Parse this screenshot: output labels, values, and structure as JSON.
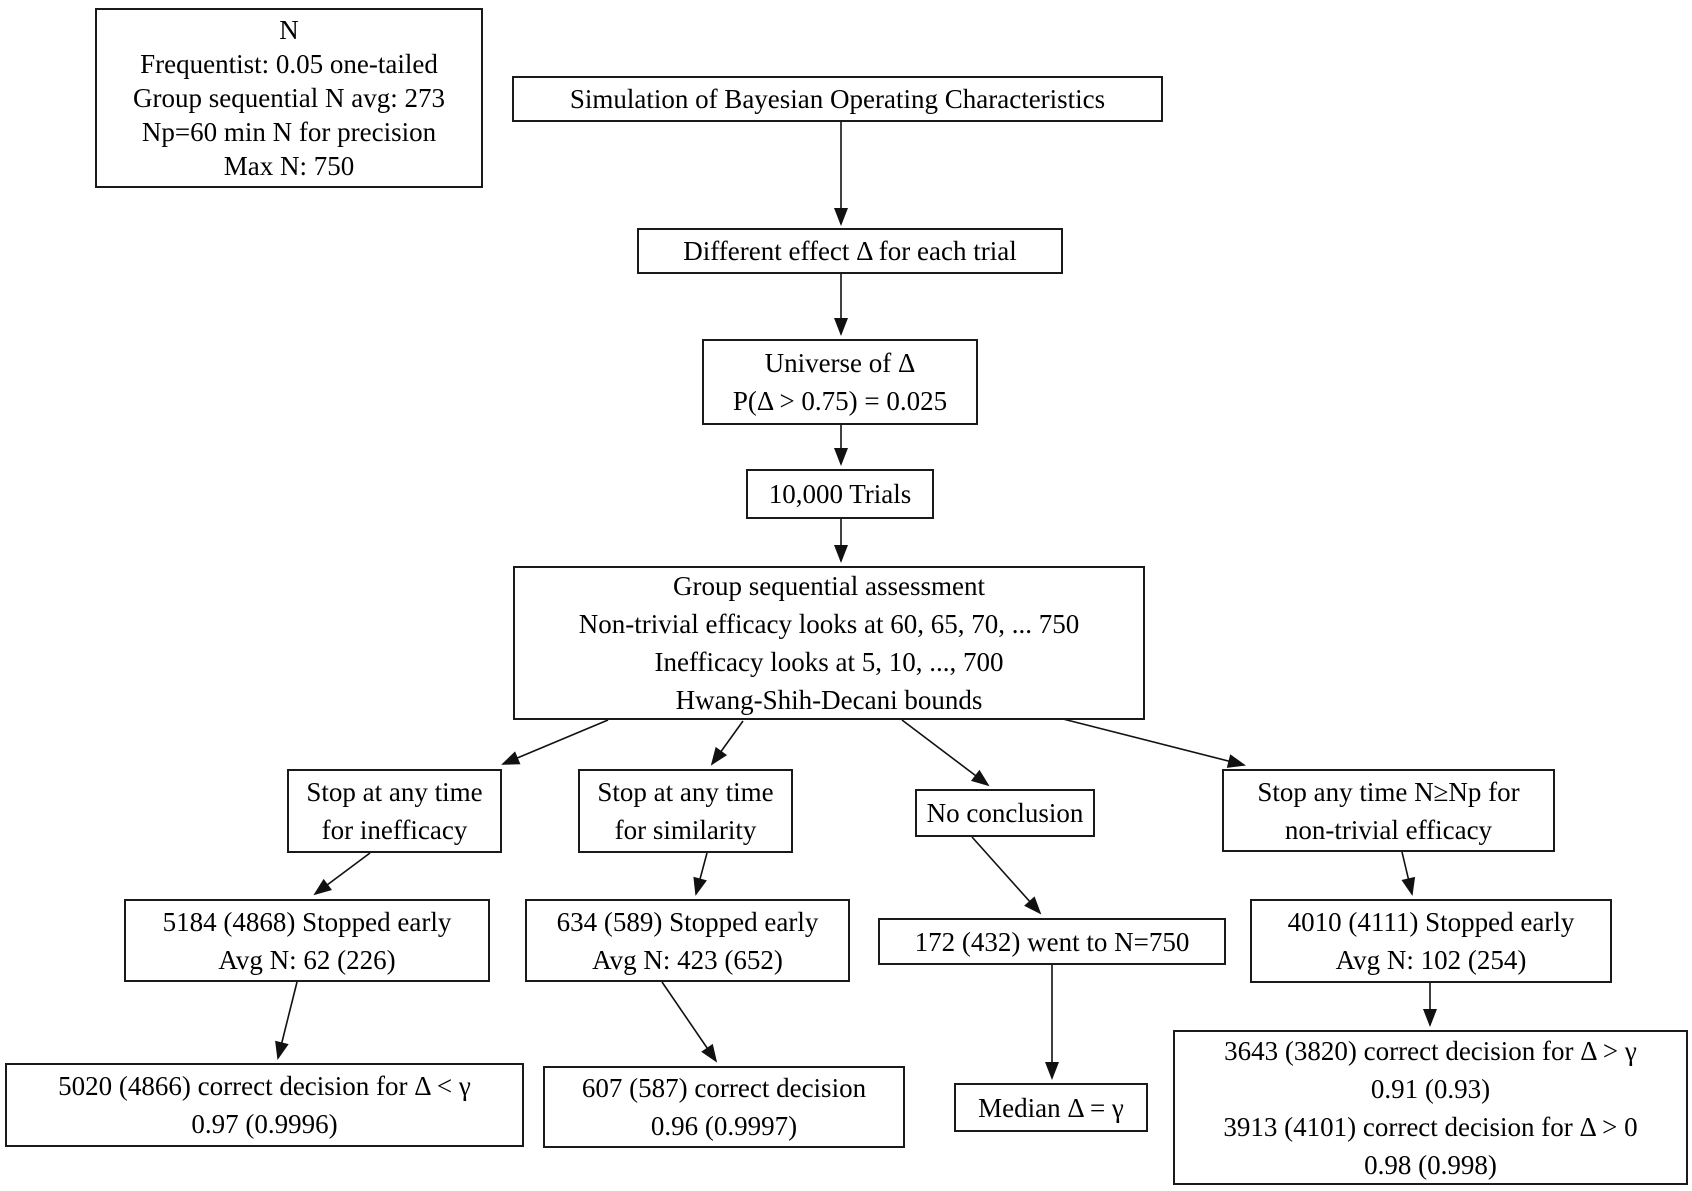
{
  "diagram": {
    "title": "Simulation of Bayesian Operating Characteristics",
    "type": "flowchart"
  },
  "nodes": {
    "n_info": {
      "lines": [
        "N",
        "Frequentist: 0.05 one-tailed",
        "Group sequential N avg: 273",
        "Np=60 min N for precision",
        "Max N: 750"
      ]
    },
    "title": {
      "lines": [
        "Simulation of Bayesian Operating Characteristics"
      ]
    },
    "effect": {
      "lines": [
        "Different effect Δ for each trial"
      ]
    },
    "universe": {
      "lines": [
        "Universe of Δ",
        "P(Δ > 0.75) = 0.025"
      ]
    },
    "trials": {
      "lines": [
        "10,000 Trials"
      ]
    },
    "group_sequential": {
      "lines": [
        "Group sequential assessment",
        "Non-trivial efficacy looks at 60, 65, 70, ... 750",
        "Inefficacy looks at 5, 10, ..., 700",
        "Hwang-Shih-Decani bounds"
      ]
    },
    "stop_inefficacy": {
      "lines": [
        "Stop at any time",
        "for inefficacy"
      ]
    },
    "stop_similarity": {
      "lines": [
        "Stop at any time",
        "for similarity"
      ]
    },
    "no_conclusion": {
      "lines": [
        "No conclusion"
      ]
    },
    "stop_efficacy": {
      "lines": [
        "Stop any time N≥Np for",
        "non-trivial efficacy"
      ]
    },
    "stopped_early_inefficacy": {
      "lines": [
        "5184 (4868) Stopped early",
        "Avg N: 62 (226)"
      ]
    },
    "stopped_early_similarity": {
      "lines": [
        "634 (589) Stopped early",
        "Avg N: 423 (652)"
      ]
    },
    "went_full_n": {
      "lines": [
        "172 (432) went to N=750"
      ]
    },
    "stopped_early_efficacy": {
      "lines": [
        "4010 (4111) Stopped early",
        "Avg N: 102 (254)"
      ]
    },
    "correct_inefficacy": {
      "lines": [
        "5020 (4866) correct decision for Δ < γ",
        "0.97 (0.9996)"
      ]
    },
    "correct_similarity": {
      "lines": [
        "607 (587) correct decision",
        "0.96 (0.9997)"
      ]
    },
    "median": {
      "lines": [
        "Median Δ = γ"
      ]
    },
    "correct_efficacy": {
      "lines": [
        "3643 (3820) correct decision for Δ > γ",
        "0.91 (0.93)",
        "3913 (4101) correct decision for Δ > 0",
        "0.98 (0.998)"
      ]
    }
  }
}
